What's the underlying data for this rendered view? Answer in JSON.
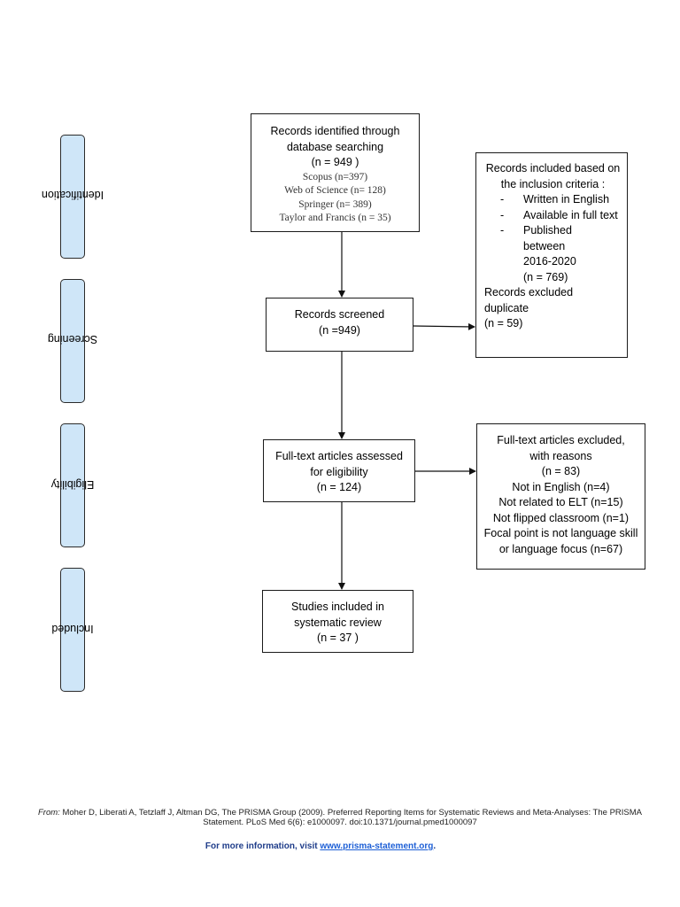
{
  "phases": [
    {
      "id": "identification",
      "label": "Identification"
    },
    {
      "id": "screening",
      "label": "Screening"
    },
    {
      "id": "eligibility",
      "label": "Eligibility"
    },
    {
      "id": "included",
      "label": "Included"
    }
  ],
  "boxes": {
    "identified": {
      "line1": "Records identified through",
      "line2": "database searching",
      "count": "(n =  949 )",
      "sources": [
        "Scopus (n=397)",
        "Web of Science (n= 128)",
        "Springer (n= 389)",
        "Taylor and Francis (n = 35)"
      ]
    },
    "criteria": {
      "line1": "Records included based on",
      "line2": "the inclusion criteria :",
      "items": [
        {
          "dash": "-",
          "text": "Written in English"
        },
        {
          "dash": "-",
          "text": "Available in full text"
        },
        {
          "dash": "-",
          "text": "Published between 2016-2020"
        }
      ],
      "count": "(n = 769)",
      "excluded1": "Records excluded",
      "excluded2": "duplicate",
      "excluded_count": "(n = 59)"
    },
    "screened": {
      "line1": "Records screened",
      "count": "(n =949)"
    },
    "eligibility": {
      "line1": "Full-text articles assessed",
      "line2": "for eligibility",
      "count": "(n = 124)"
    },
    "excluded": {
      "line1": "Full-text articles excluded,",
      "line2": "with reasons",
      "count": "(n =  83)",
      "reasons": [
        "Not in English (n=4)",
        "Not related to ELT (n=15)",
        "Not flipped classroom (n=1)",
        "Focal point is not language skill or language focus (n=67)"
      ]
    },
    "included": {
      "line1": "Studies included in",
      "line2": "systematic review",
      "count": "(n =  37 )"
    }
  },
  "footer": {
    "from": "From:",
    "citation": "Moher D, Liberati A, Tetzlaff J, Altman DG, The PRISMA Group (2009). Preferred Reporting Items for Systematic Reviews and Meta-Analyses: The PRISMA Statement. PLoS Med 6(6): e1000097. doi:10.1371/journal.pmed1000097",
    "more_prefix": "For more information, visit ",
    "link": "www.prisma-statement.org",
    "more_suffix": "."
  },
  "colors": {
    "phase_fill": "#cfe6f8",
    "link": "#1d5fd6",
    "info_text": "#1f3d8a"
  }
}
